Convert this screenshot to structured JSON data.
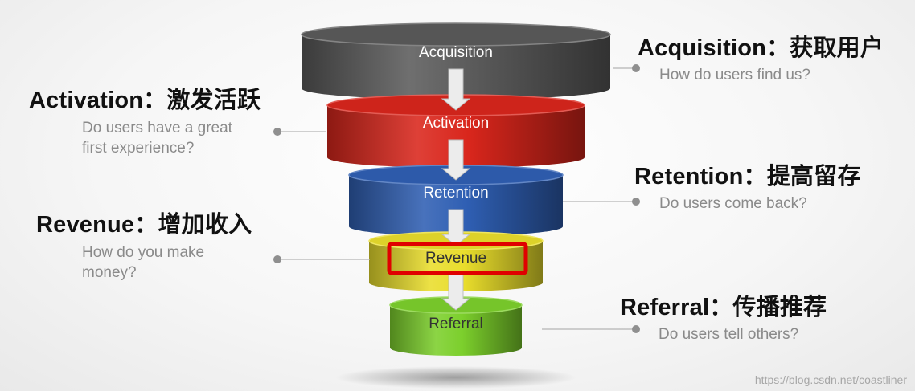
{
  "colors": {
    "acquisition": "#5b5b5b",
    "activation": "#d9261c",
    "retention": "#2f5fb3",
    "revenue": "#e9dd2c",
    "referral": "#7ccf2c",
    "highlight": "#e00000"
  },
  "stages": [
    {
      "id": "acquisition",
      "label": "Acquisition"
    },
    {
      "id": "activation",
      "label": "Activation"
    },
    {
      "id": "retention",
      "label": "Retention"
    },
    {
      "id": "revenue",
      "label": "Revenue"
    },
    {
      "id": "referral",
      "label": "Referral"
    }
  ],
  "callouts": {
    "acquisition": {
      "title": "Acquisition：获取用户",
      "sub": [
        "How do users find us?"
      ]
    },
    "activation": {
      "title": "Activation：激发活跃",
      "sub": [
        "Do users have a great",
        "first experience?"
      ]
    },
    "retention": {
      "title": "Retention：提高留存",
      "sub": [
        "Do users come back?"
      ]
    },
    "revenue": {
      "title": "Revenue：增加收入",
      "sub": [
        "How do you make",
        "money?"
      ]
    },
    "referral": {
      "title": "Referral：传播推荐",
      "sub": [
        "Do users tell others?"
      ]
    }
  },
  "highlighted_stage": "revenue",
  "watermark": "https://blog.csdn.net/coastliner"
}
